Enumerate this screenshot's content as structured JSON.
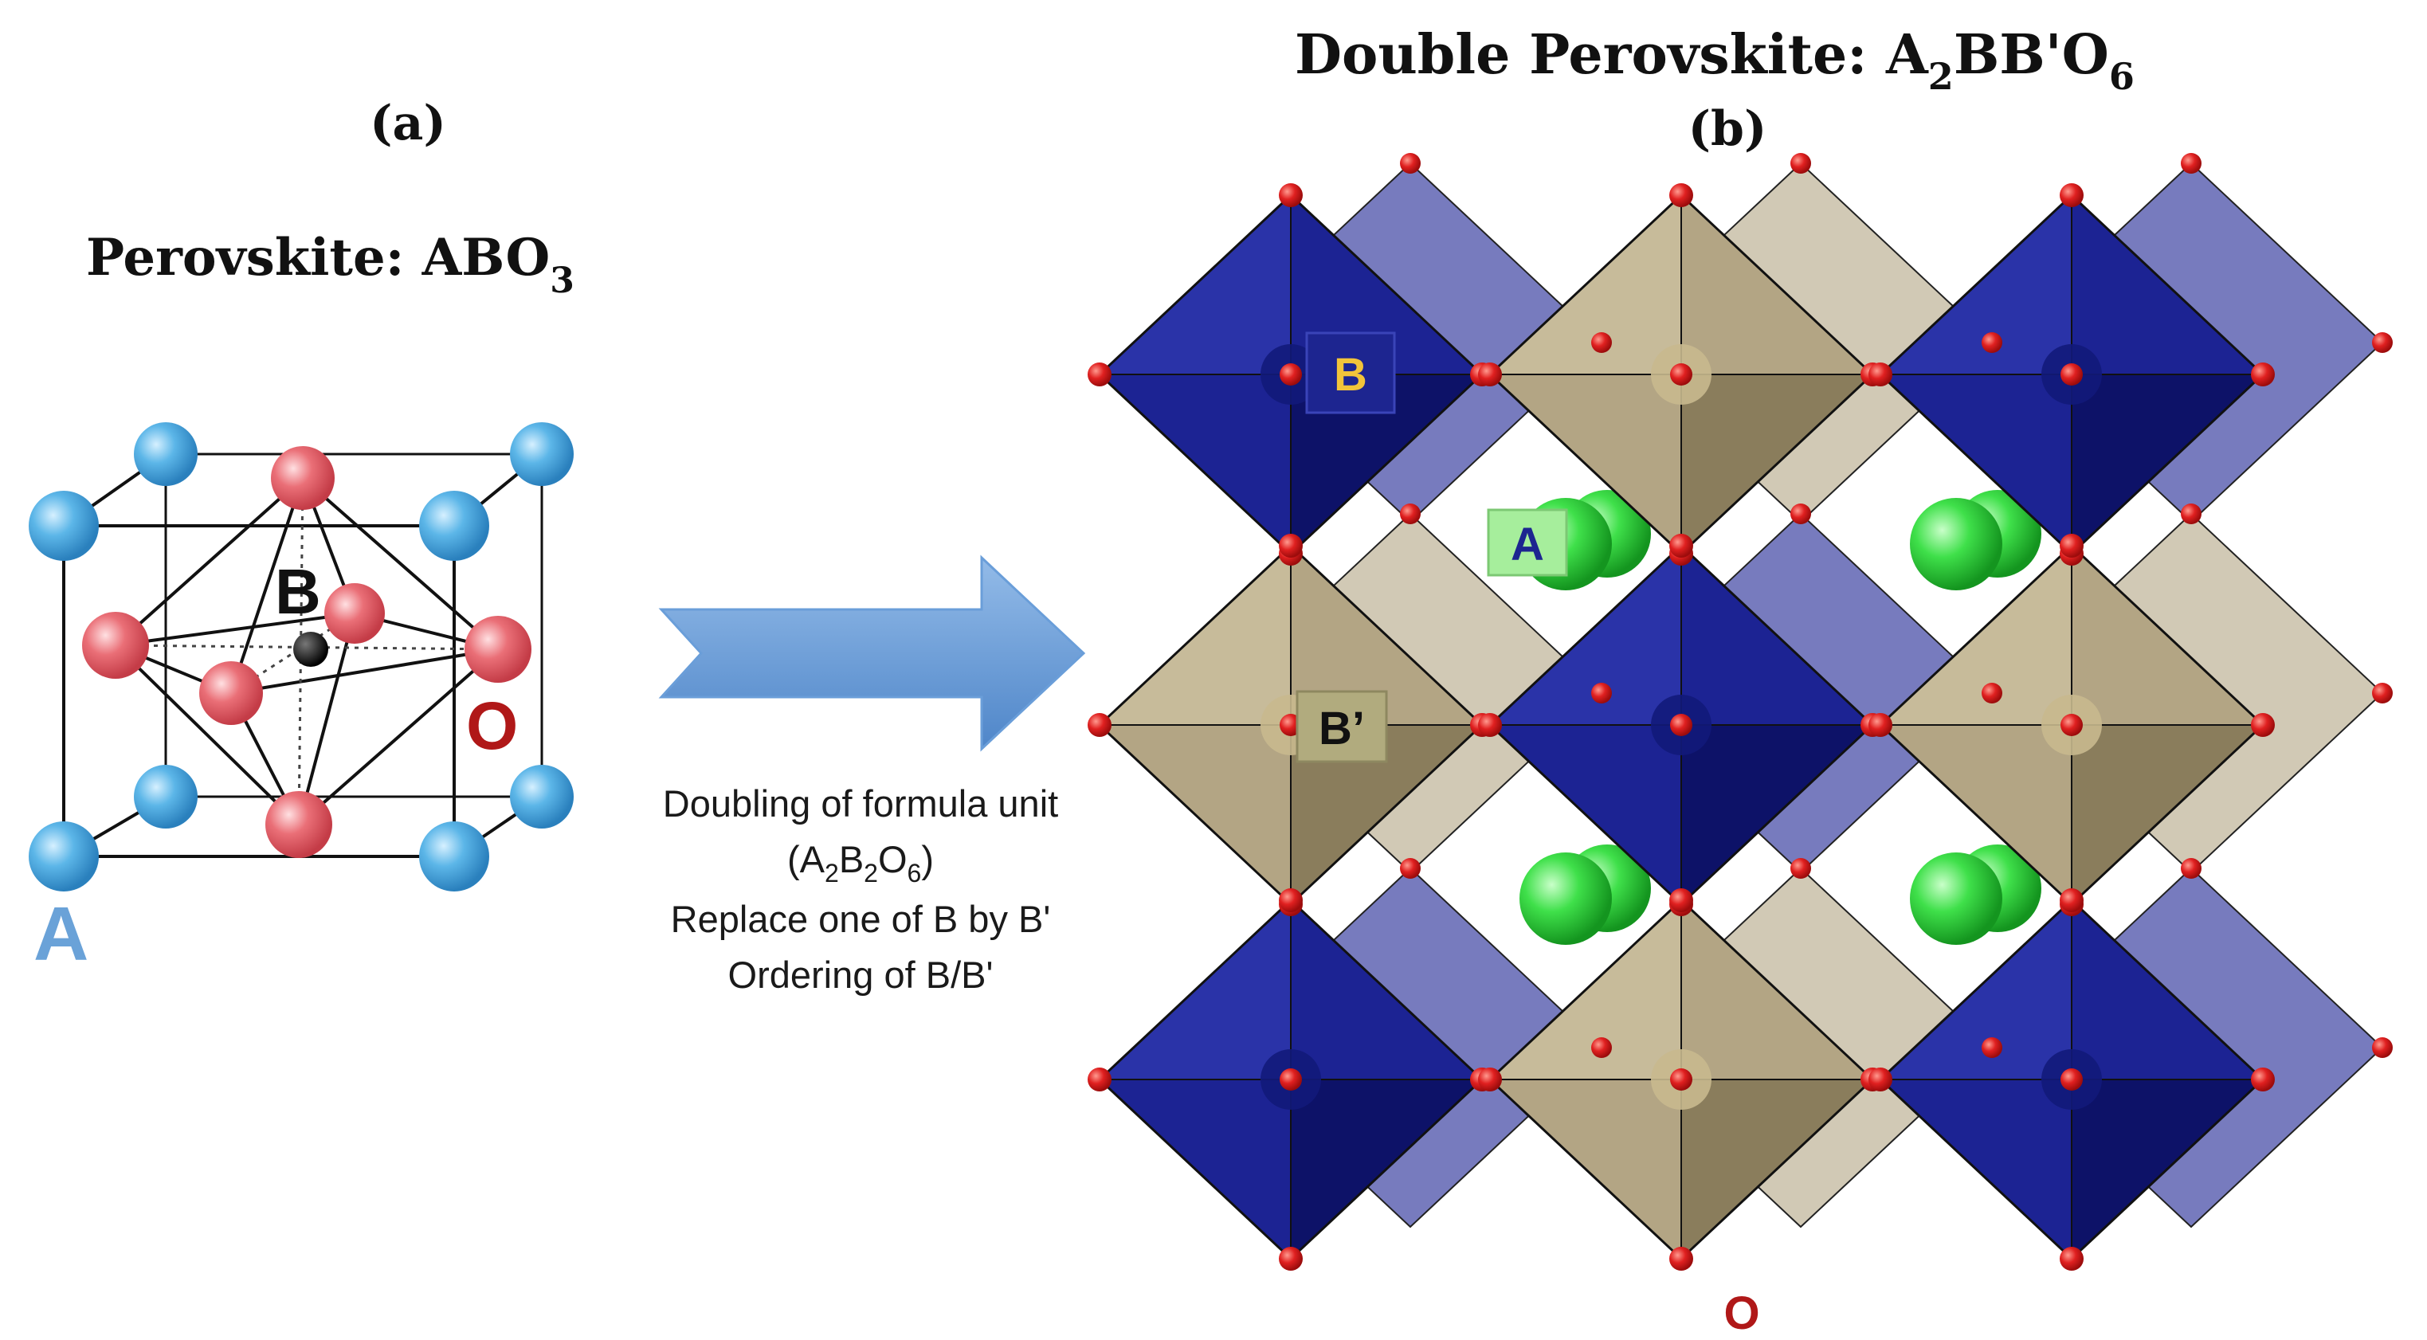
{
  "panel_a": {
    "label": "(a)",
    "title": "Perovskite: ABO",
    "title_sub": "3",
    "atom_label_b": "B",
    "atom_label_o": "O",
    "atom_label_a": "A"
  },
  "panel_b": {
    "title_prefix": "Double Perovskite: A",
    "title_sub1": "2",
    "title_mid": "BB'O",
    "title_sub2": "6",
    "label": "(b)",
    "label_b": "B",
    "label_a": "A",
    "label_bprime": "B’",
    "label_o": "O"
  },
  "arrow_caption": {
    "line1": "Doubling of formula unit",
    "line2_open": "(A",
    "line2_s1": "2",
    "line2_b": "B",
    "line2_s2": "2",
    "line2_o": "O",
    "line2_s3": "6",
    "line2_close": ")",
    "line3": "Replace one of B by B'",
    "line4": "Ordering of B/B'"
  },
  "colors": {
    "a_atom": "#4aa6dc",
    "o_atom": "#e0505a",
    "b_atom": "#111111",
    "b_octahedron": "#1c2393",
    "bprime_octahedron": "#b3a584",
    "green_atom": "#2ed13c",
    "oxygen_small": "#d51818",
    "arrow": "#6b9bd6",
    "label_a_blue": "#6aa2d8",
    "label_o_red": "#b01818"
  }
}
